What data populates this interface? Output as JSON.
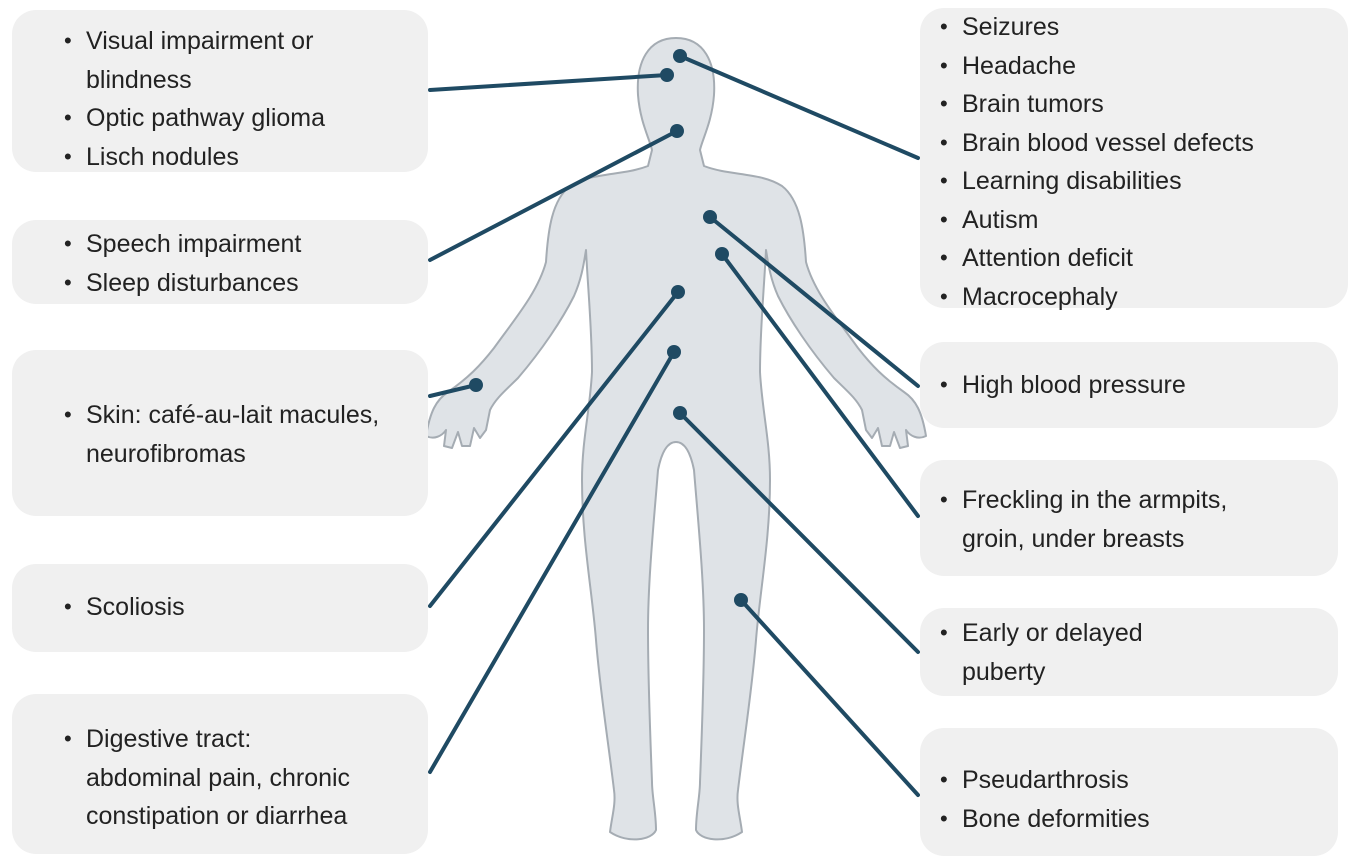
{
  "colors": {
    "body_fill": "#dfe3e7",
    "body_stroke": "#a5acb3",
    "line": "#1f4a63",
    "box_fill": "#f0f0f0",
    "text": "#222222"
  },
  "callouts": {
    "vision": [
      "Visual impairment or",
      "blindness",
      "Optic pathway glioma",
      "Lisch nodules"
    ],
    "speech": [
      "Speech impairment",
      "Sleep disturbances"
    ],
    "skin": [
      "Skin: café-au-lait macules,",
      "neurofibromas"
    ],
    "scoliosis": [
      "Scoliosis"
    ],
    "digestive": [
      "Digestive tract:",
      "abdominal pain, chronic",
      "constipation or diarrhea"
    ],
    "brain": [
      "Seizures",
      "Headache",
      "Brain tumors",
      "Brain blood vessel defects",
      "Learning disabilities",
      "Autism",
      "Attention deficit",
      "Macrocephaly"
    ],
    "bp": [
      "High blood pressure"
    ],
    "freckling": [
      "Freckling in the armpits,",
      "groin, under breasts"
    ],
    "puberty": [
      "Early or delayed",
      "puberty"
    ],
    "bone": [
      "Pseudarthrosis",
      "Bone deformities"
    ]
  }
}
